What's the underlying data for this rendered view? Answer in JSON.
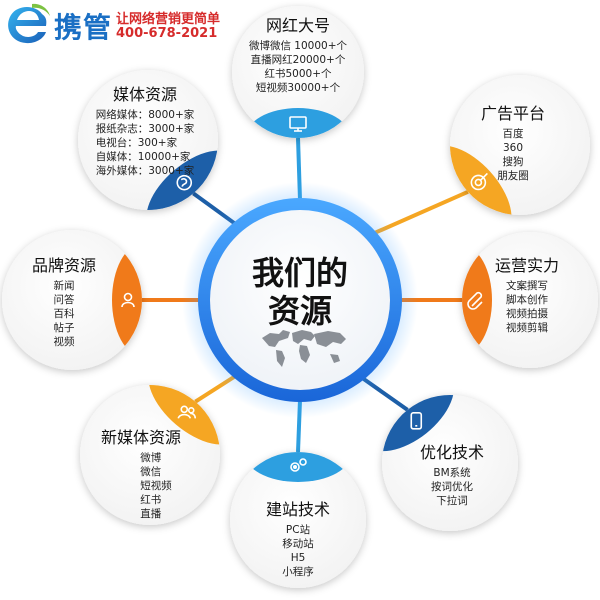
{
  "logo": {
    "brand": "携管",
    "slogan": "让网络营销更简单",
    "phone": "400-678-2021"
  },
  "center": {
    "line1": "我们的",
    "line2": "资源",
    "icon": "world-map-icon"
  },
  "nodes": [
    {
      "key": "influencers",
      "title": "网红大号",
      "items": [
        "微博微信 10000+个",
        "直播网红20000+个",
        "红书5000+个",
        "短视频30000+个"
      ],
      "icon": "monitor-icon",
      "color": "#2d9fe0"
    },
    {
      "key": "ads",
      "title": "广告平台",
      "items": [
        "百度",
        "360",
        "搜狗",
        "朋友圈"
      ],
      "icon": "target-icon",
      "color": "#f5a623"
    },
    {
      "key": "ops",
      "title": "运营实力",
      "items": [
        "文案撰写",
        "脚本创作",
        "视频拍摄",
        "视频剪辑"
      ],
      "icon": "paperclip-icon",
      "color": "#f07a1a"
    },
    {
      "key": "seo",
      "title": "优化技术",
      "items": [
        "BM系统",
        "按词优化",
        "下拉词"
      ],
      "icon": "phone-icon",
      "color": "#1d5fa8"
    },
    {
      "key": "site",
      "title": "建站技术",
      "items": [
        "PC站",
        "移动站",
        "H5",
        "小程序"
      ],
      "icon": "gears-icon",
      "color": "#2d9fe0"
    },
    {
      "key": "newmedia",
      "title": "新媒体资源",
      "items": [
        "微博",
        "微信",
        "短视频",
        "红书",
        "直播"
      ],
      "icon": "users-icon",
      "color": "#f5a623"
    },
    {
      "key": "brand",
      "title": "品牌资源",
      "items": [
        "新闻",
        "问答",
        "百科",
        "帖子",
        "视频"
      ],
      "icon": "user-icon",
      "color": "#f07a1a"
    },
    {
      "key": "media",
      "title": "媒体资源",
      "items": [
        "网络媒体：8000+家",
        "报纸杂志：3000+家",
        "电视台：300+家",
        "自媒体：10000+家",
        "海外媒体：3000+家"
      ],
      "icon": "brain-icon",
      "color": "#1d5fa8"
    }
  ]
}
